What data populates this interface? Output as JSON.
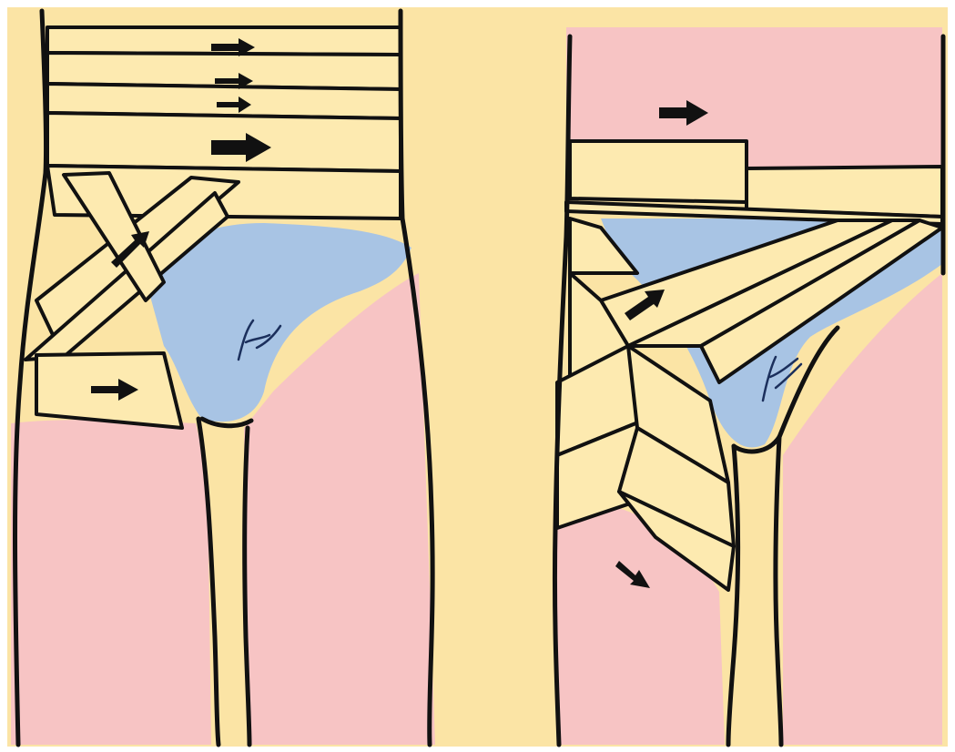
{
  "figure": {
    "panels": [
      "left-panel",
      "right-panel"
    ],
    "colors": {
      "background": "#fbe4a5",
      "bandage": "#fdeab0",
      "skin": "#f7c4c4",
      "gauze": "#a8c4e4",
      "outline": "#111111",
      "frame": "#ffffff"
    },
    "icons": [
      "direction-arrow"
    ]
  }
}
